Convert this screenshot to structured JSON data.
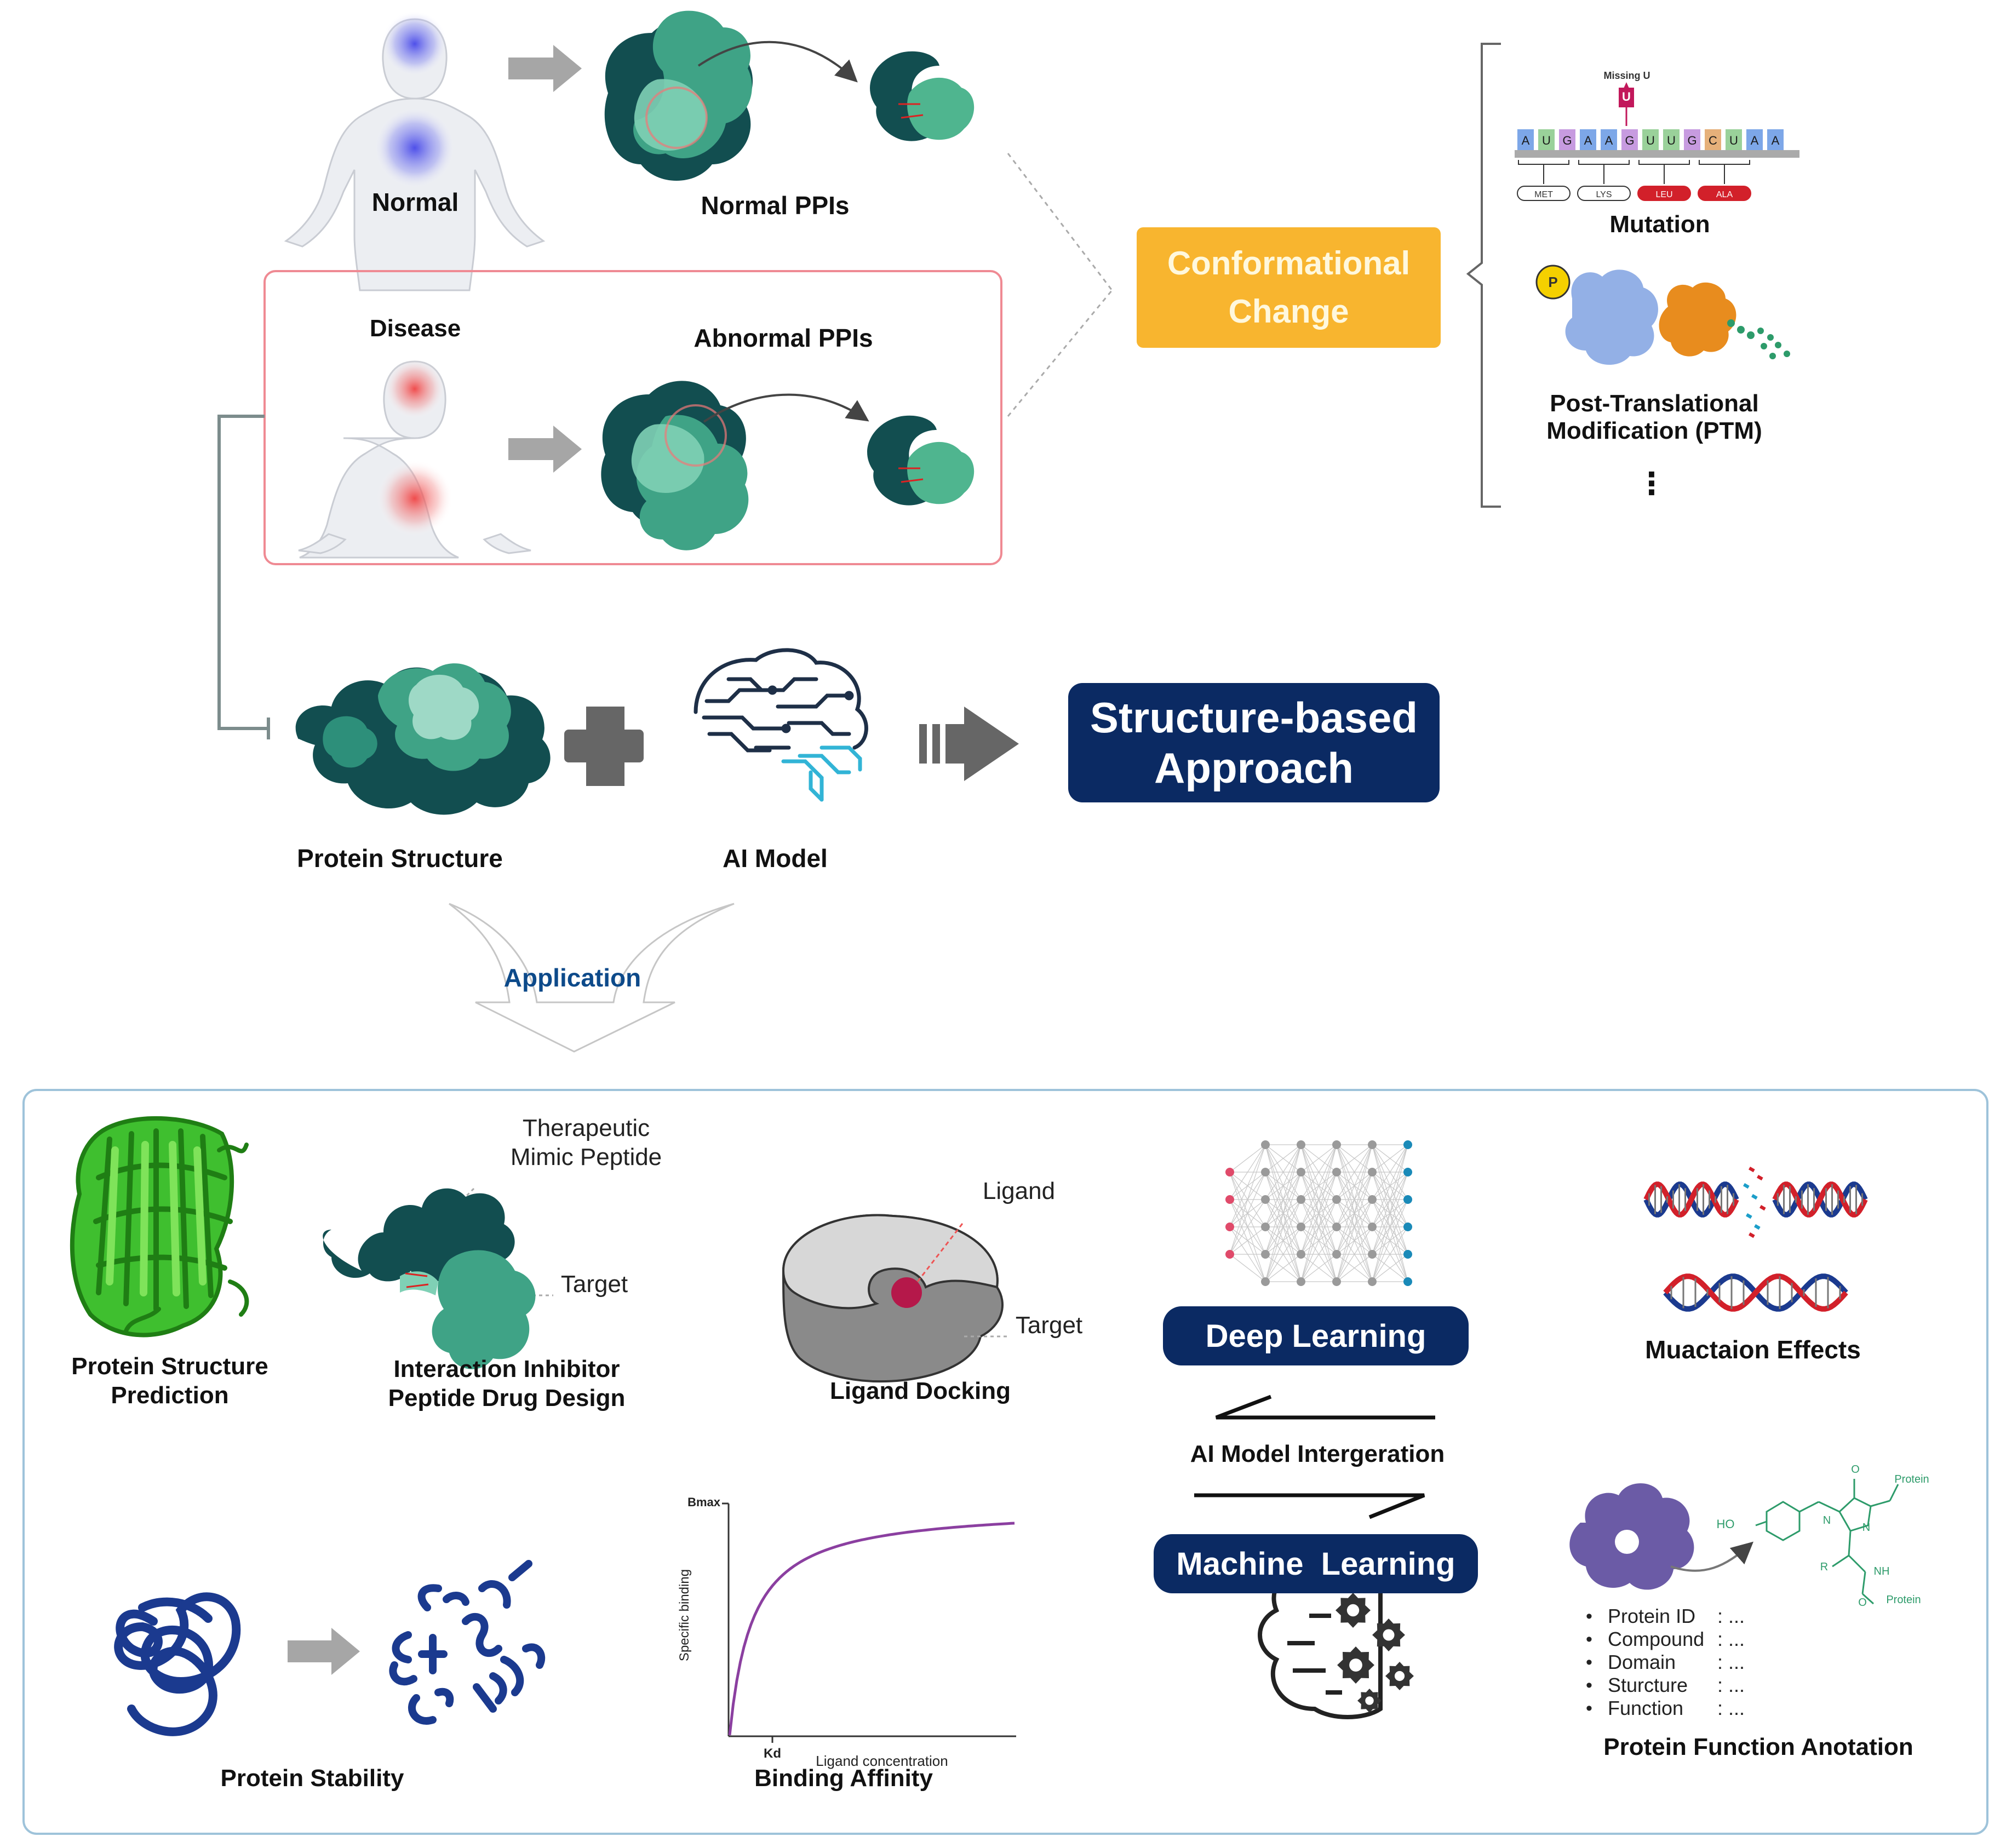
{
  "top": {
    "normal": "Normal",
    "normal_ppis": "Normal PPIs",
    "disease": "Disease",
    "abnormal_ppis": "Abnormal PPIs",
    "conformational_change": [
      "Conformational",
      "Change"
    ],
    "missing_u": "Missing U",
    "mutation": "Mutation",
    "ptm": [
      "Post-Translational",
      "Modification (PTM)"
    ],
    "ptm_p": "P",
    "more": "⋮",
    "rna_letters": [
      "A",
      "U",
      "G",
      "A",
      "A",
      "G",
      "U",
      "U",
      "G",
      "C",
      "U",
      "A",
      "A"
    ],
    "codons": [
      "MET",
      "LYS",
      "LEU",
      "ALA"
    ],
    "inserted_u": "U"
  },
  "middle": {
    "protein_structure": "Protein Structure",
    "ai_model": "AI Model",
    "structure_based": [
      "Structure-based",
      "Approach"
    ],
    "application": "Application"
  },
  "bottom": {
    "psp": [
      "Protein Structure",
      "Prediction"
    ],
    "peptide_title": [
      "Therapeutic",
      "Mimic Peptide"
    ],
    "peptide_target": "Target",
    "peptide_caption": [
      "Interaction Inhibitor",
      "Peptide Drug Design"
    ],
    "ligand": "Ligand",
    "ligand_target": "Target",
    "ligand_docking": "Ligand Docking",
    "deep_learning": "Deep Learning",
    "ai_integration": "AI Model Intergeration",
    "machine_learning": "Machine  Learning",
    "mutation_effects": "Muactaion Effects",
    "protein_stability": "Protein Stability",
    "binding_affinity": "Binding Affinity",
    "bmax": "Bmax",
    "kd": "Kd",
    "y_axis": "Specific binding",
    "x_axis": "Ligand concentration",
    "pfa_title": "Protein Function Anotation",
    "pfa_items": [
      {
        "key": "Protein ID",
        "val": ":  ..."
      },
      {
        "key": "Compound",
        "val": ":  ..."
      },
      {
        "key": "Domain",
        "val": ":  ..."
      },
      {
        "key": "Sturcture",
        "val": ":  ..."
      },
      {
        "key": "Function",
        "val": ":  ..."
      }
    ],
    "mol_ho": "HO",
    "mol_protein1": "Protein",
    "mol_protein2": "Protein",
    "mol_nh": "NH",
    "mol_n1": "N",
    "mol_n2": "N",
    "mol_o1": "O",
    "mol_o2": "O",
    "mol_r": "R"
  },
  "colors": {
    "teal_dark": "#124e50",
    "teal_mid": "#2d8f7a",
    "teal_light": "#6cc4a4",
    "orange": "#f8b52f",
    "navy": "#0b2a63",
    "disease_border": "#ef8a93",
    "panel_border": "#9ec3da",
    "arrow_gray": "#a6a6a6",
    "green": "#2fb32a",
    "blue_dark": "#1b3a8f",
    "purple": "#7e4ea8",
    "red": "#d2202a"
  }
}
